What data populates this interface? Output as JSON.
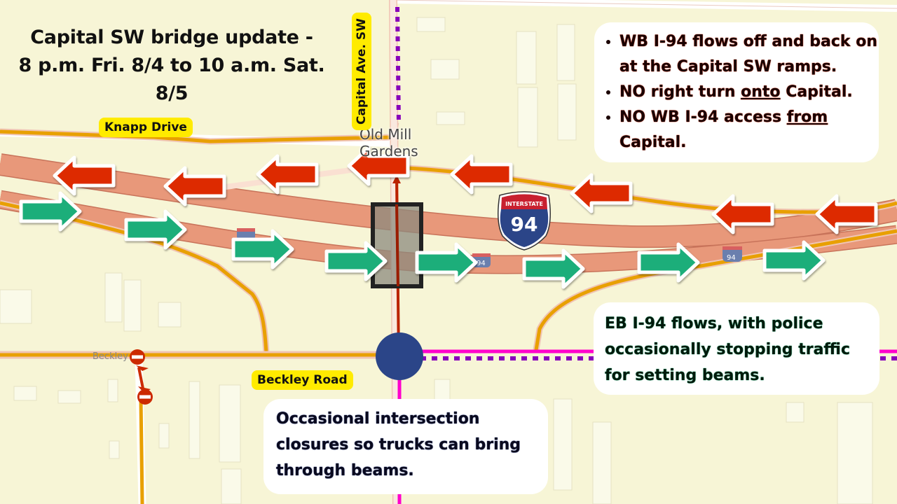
{
  "title": {
    "line1": "Capital SW bridge update -",
    "line2": "8 p.m. Fri. 8/4 to 10 a.m. Sat. 8/5"
  },
  "labels": {
    "capital_ave": "Capital Ave. SW",
    "knapp_drive": "Knapp Drive",
    "beckley_road": "Beckley Road",
    "poi_line1": "Old Mill",
    "poi_line2": "Gardens"
  },
  "shield": {
    "top": "INTERSTATE",
    "number": "94"
  },
  "wb_box": {
    "items": [
      {
        "text": "WB I-94 flows off and back on at the Capital SW ramps."
      },
      {
        "pre": "NO right turn ",
        "u": "onto",
        "post": " Capital."
      },
      {
        "pre": "NO WB I-94 access ",
        "u": "from",
        "post": " Capital."
      }
    ]
  },
  "eb_box": {
    "text": "EB I-94 flows, with police occasionally stopping traffic for setting beams."
  },
  "intersection_box": {
    "text": "Occasional intersection closures so trucks can bring through beams."
  },
  "colors": {
    "map_bg": "#f7f5d6",
    "freeway": "#e8987a",
    "arterial": "#e8a000",
    "wb_arrow": "#dd2c00",
    "eb_arrow": "#1fae7a",
    "intersection_dot": "#2b4588",
    "detour_magenta": "#ff00cc",
    "detour_purple": "#8800bb"
  },
  "icons": {
    "wb_arrow": "arrow-left-icon",
    "eb_arrow": "arrow-right-icon",
    "no_entry": "no-entry-icon",
    "interstate_shield": "interstate-shield-icon"
  }
}
